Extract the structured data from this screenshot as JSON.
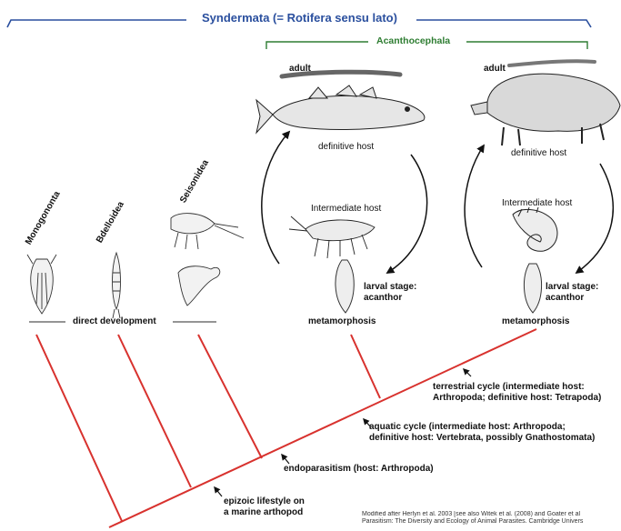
{
  "header": {
    "syndermata": "Syndermata (= Rotifera sensu lato)",
    "acanthocephala": "Acanthocephala"
  },
  "taxa": {
    "monogononta": "Monogononta",
    "bdelloidea": "Bdelloidea",
    "seisonidea": "Seisonidea"
  },
  "cycle_fish": {
    "adult": "adult",
    "definitive_host": "definitive host",
    "intermediate_host": "Intermediate host",
    "larval_stage": "larval stage:\nacanthor",
    "metamorphosis": "metamorphosis"
  },
  "cycle_boar": {
    "adult": "adult",
    "definitive_host": "definitive host",
    "intermediate_host": "Intermediate host",
    "larval_stage": "larval stage:\nacanthor",
    "metamorphosis": "metamorphosis"
  },
  "direct_development": "direct development",
  "tree_labels": {
    "terrestrial": "terrestrial cycle (intermediate host:\nArthropoda; definitive host: Tetrapoda)",
    "aquatic": "aquatic cycle (intermediate host: Arthropoda;\ndefinitive host: Vertebrata, possibly Gnathostomata)",
    "endoparasitism": "endoparasitism (host: Arthropoda)",
    "epizoic": "epizoic lifestyle on\na marine arthopod"
  },
  "credit": "Modified after Herlyn et al. 2003 [see also Witek et al. (2008) and Goater et al\nParasitism: The Diversity and Ecology of Animal Parasites. Cambridge Univers",
  "colors": {
    "branch": "#d8322e",
    "syndermata_bracket": "#2a4f9e",
    "acanthocephala_bracket": "#2e7d32",
    "line": "#444444"
  }
}
